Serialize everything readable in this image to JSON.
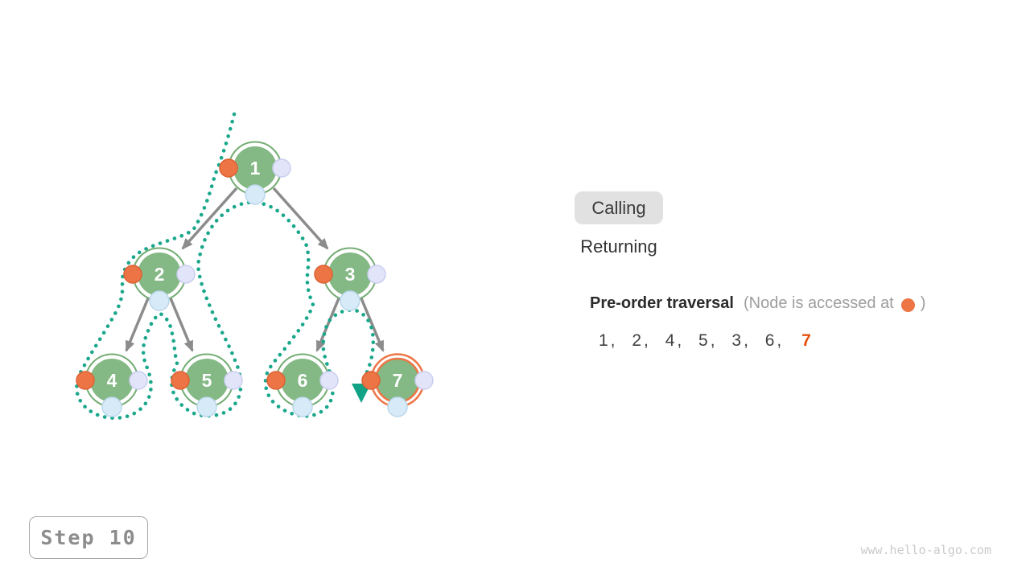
{
  "legend": {
    "calling_label": "Calling",
    "returning_label": "Returning",
    "selected": "Calling"
  },
  "traversal": {
    "title": "Pre-order traversal",
    "note_prefix": "(Node is accessed at",
    "note_suffix": ")",
    "sequence_visited": "1, 2, 4, 5, 3, 6,",
    "sequence_current": "7"
  },
  "tree": {
    "nodes": [
      {
        "label": "1"
      },
      {
        "label": "2"
      },
      {
        "label": "3"
      },
      {
        "label": "4"
      },
      {
        "label": "5"
      },
      {
        "label": "6"
      },
      {
        "label": "7"
      }
    ],
    "edges": [
      "1-2",
      "1-3",
      "2-4",
      "2-5",
      "3-6",
      "3-7"
    ],
    "current_node": "7"
  },
  "step": {
    "label": "Step 10"
  },
  "footer": {
    "url": "www.hello-algo.com"
  },
  "colors": {
    "node_green": "#84b884",
    "node_ring_green": "#74ad74",
    "access_orange": "#ed7545",
    "current_ring_orange": "#ed7545",
    "returning_lavender": "#e2e5f9",
    "child_blue": "#d7eaf8",
    "path_teal": "#1aa78c",
    "arrow_gray": "#8c8c8c",
    "sequence_current_orange": "#e8500f"
  }
}
